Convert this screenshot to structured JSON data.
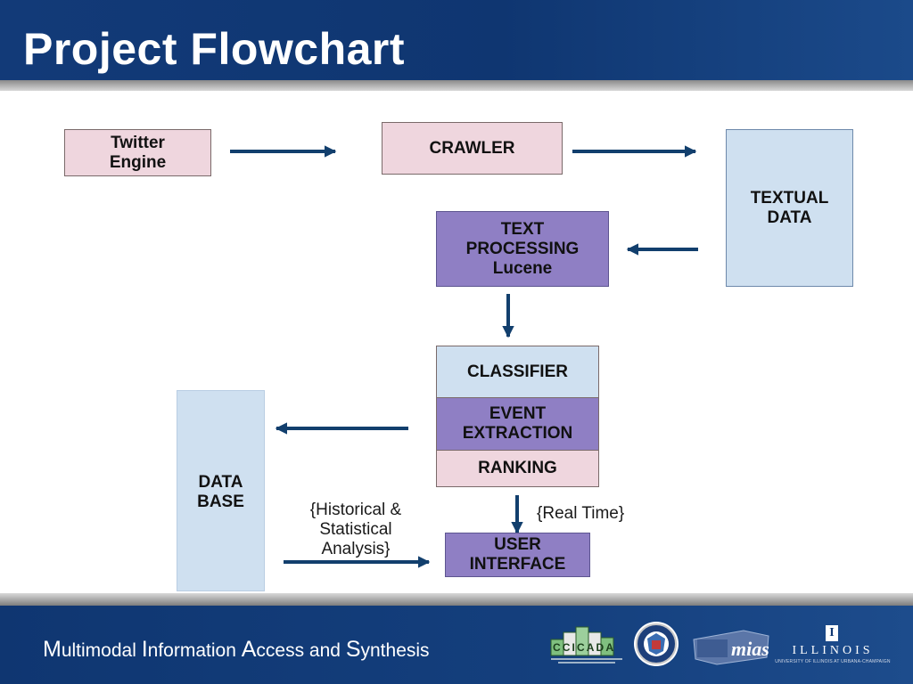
{
  "title": "Project Flowchart",
  "nodes": {
    "twitter_engine": [
      "Twitter",
      "Engine"
    ],
    "crawler": "CRAWLER",
    "textual_data": [
      "TEXTUAL",
      "DATA"
    ],
    "text_processing": [
      "TEXT",
      "PROCESSING",
      "Lucene"
    ],
    "classifier": "CLASSIFIER",
    "event_extraction": [
      "EVENT",
      "EXTRACTION"
    ],
    "ranking": "RANKING",
    "database": [
      "DATA",
      "BASE"
    ],
    "user_interface": [
      "USER",
      "INTERFACE"
    ]
  },
  "annotations": {
    "historical": [
      "{Historical &",
      "Statistical",
      "Analysis}"
    ],
    "real_time": "{Real Time}"
  },
  "footer": {
    "first": [
      "M",
      "ultimodal "
    ],
    "second": [
      "I",
      "nformation "
    ],
    "third": [
      "A",
      "ccess and "
    ],
    "fourth": [
      "S",
      "ynthesis"
    ],
    "logos": {
      "ccicada": "CCICADA",
      "mias": "mias",
      "illinois_block": "I",
      "illinois": "ILLINOIS",
      "illinois_sub": "UNIVERSITY OF ILLINOIS AT URBANA-CHAMPAIGN"
    }
  },
  "colors": {
    "header_blue": "#123a78",
    "node_pink": "#efd6de",
    "node_purple": "#8f7fc4",
    "node_blue": "#cfe0f0",
    "arrow": "#123f6d"
  }
}
